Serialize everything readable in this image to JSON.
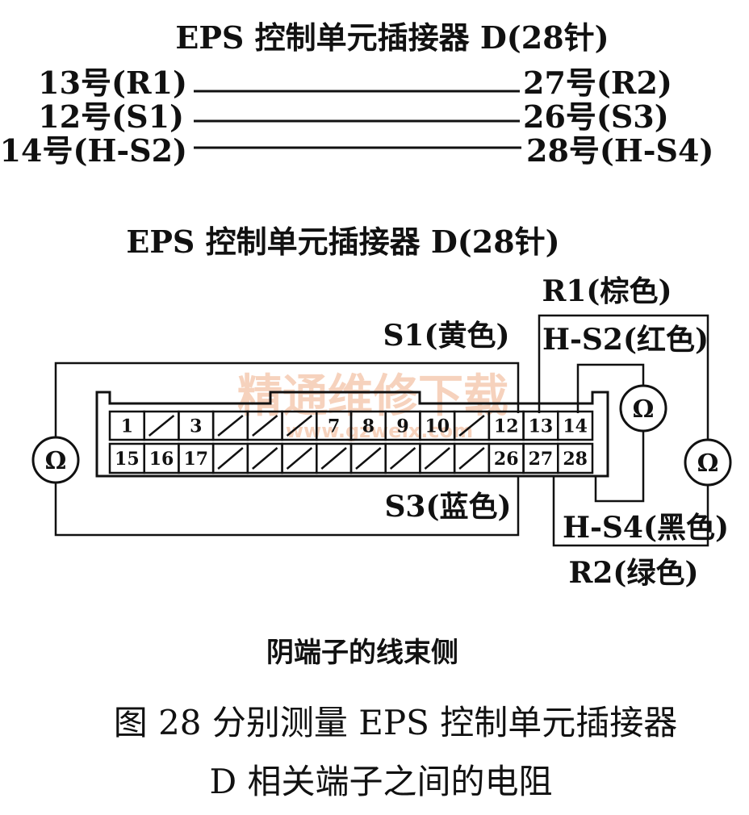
{
  "title_top": "EPS 控制单元插接器 D(28针)",
  "pairs": [
    {
      "left": "13号(R1)",
      "right": "27号(R2)"
    },
    {
      "left": "12号(S1)",
      "right": "26号(S3)"
    },
    {
      "left": "14号(H-S2)",
      "right": "28号(H-S4)"
    }
  ],
  "title_connector": "EPS 控制单元插接器 D(28针)",
  "wires": {
    "s1": "S1(黄色)",
    "s3": "S3(蓝色)",
    "r1": "R1(棕色)",
    "hs2": "H-S2(红色)",
    "hs4": "H-S4(黑色)",
    "r2": "R2(绿色)"
  },
  "ohm_symbol": "Ω",
  "pins_row1": [
    "1",
    "",
    "3",
    "",
    "",
    "",
    "7",
    "8",
    "9",
    "10",
    "",
    "12",
    "13",
    "14"
  ],
  "pins_row2": [
    "15",
    "16",
    "17",
    "",
    "",
    "",
    "",
    "",
    "",
    "",
    "",
    "26",
    "27",
    "28"
  ],
  "side_label": "阴端子的线束侧",
  "caption_line1": "图 28   分别测量 EPS 控制单元插接器",
  "caption_line2": "D 相关端子之间的电阻",
  "watermark": "精通维修下载",
  "watermark_url": "www.gzweix.com"
}
